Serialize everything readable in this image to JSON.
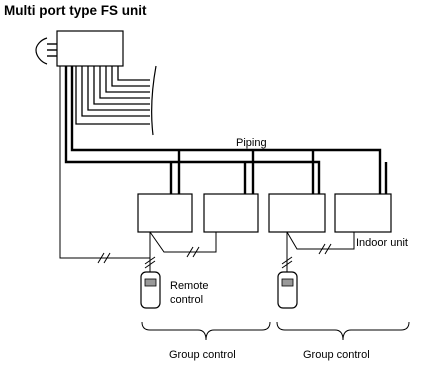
{
  "title": "Multi port type FS unit",
  "labels": {
    "piping": "Piping",
    "indoor_unit": "Indoor unit",
    "remote_control_line1": "Remote",
    "remote_control_line2": "control",
    "group_control_left": "Group control",
    "group_control_right": "Group control"
  }
}
